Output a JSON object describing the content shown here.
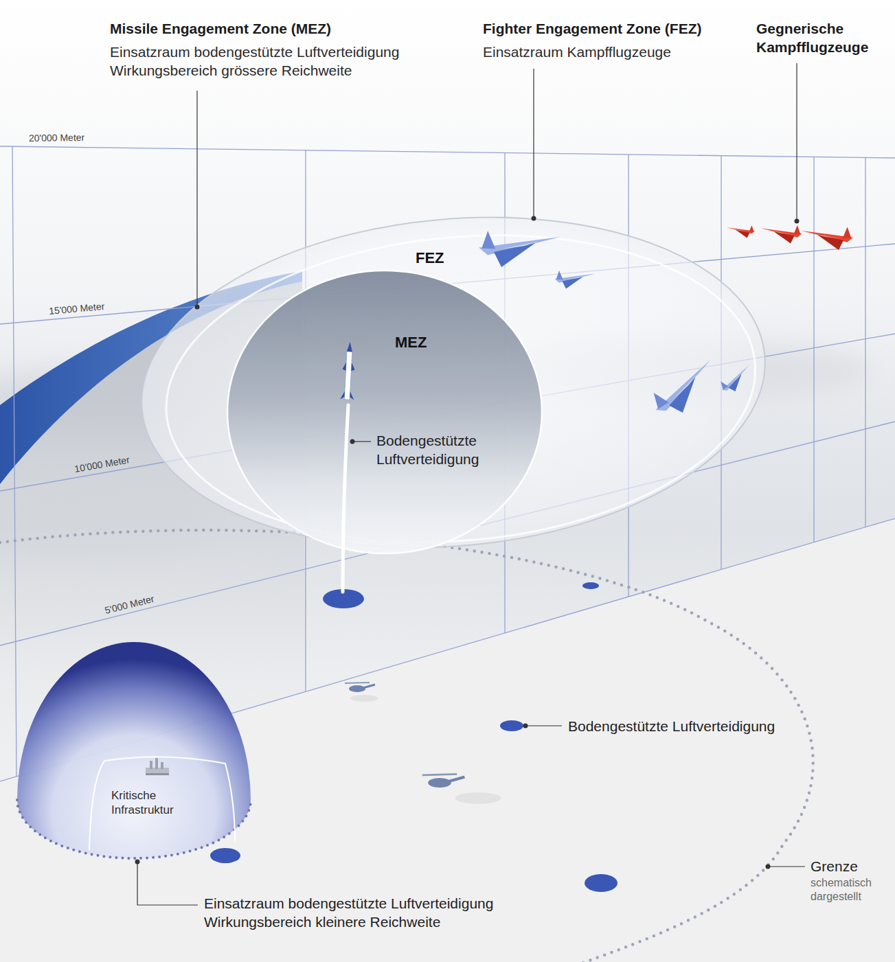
{
  "diagram": {
    "nodes": [
      {
        "text": [
          "FEZ"
        ]
      },
      {
        "text": [
          "MEZ"
        ],
        "in": 0
      },
      {
        "text": [
          "Kritische Infrastruktur"
        ]
      }
    ],
    "labels": [
      "Missile Engagement Zone (MEZ)",
      "Einsatzraum bodengestützte Luftverteidigung Wirkungsbereich grössere Reichweite",
      "Fighter Engagement Zone (FEZ)",
      "Einsatzraum Kampfflugzeuge",
      "Gegnerische Kampfflugzeuge",
      "20'000 Meter",
      "15'000 Meter",
      "10'000 Meter",
      "5'000 Meter",
      "Bodengestützte Luftverteidigung",
      "Bodengestützte Luftverteidigung",
      "Einsatzraum bodengestützte Luftverteidigung Wirkungsbereich kleinere Reichweite",
      "Grenze",
      "schematisch dargestellt"
    ]
  }
}
